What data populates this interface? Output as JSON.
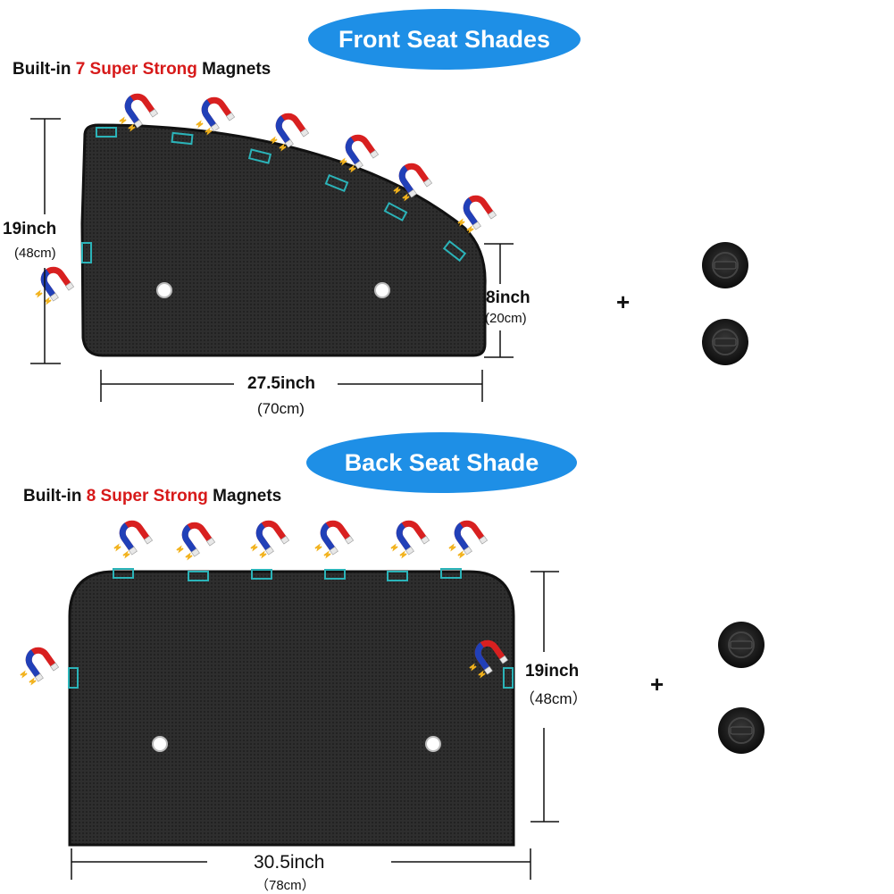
{
  "front": {
    "title": "Front Seat Shades",
    "heading_prefix": "Built-in ",
    "heading_highlight": "7 Super Strong",
    "heading_suffix": " Magnets",
    "height_inch": "19inch",
    "height_cm": "(48cm)",
    "side_inch": "8inch",
    "side_cm": "(20cm)",
    "width_inch": "27.5inch",
    "width_cm": "(70cm)",
    "plus": "+"
  },
  "back": {
    "title": "Back Seat Shade",
    "heading_prefix": "Built-in ",
    "heading_highlight": "8 Super Strong",
    "heading_suffix": " Magnets",
    "height_inch": "19inch",
    "height_cm": "（48cm）",
    "width_inch": "30.5inch",
    "width_cm": "（78cm）",
    "plus": "+"
  },
  "colors": {
    "pill": "#1e8fe6",
    "highlight": "#d71a1a",
    "magnet_red": "#d82020",
    "magnet_blue": "#2140b8",
    "magnet_slot": "#2bb3b8",
    "shade": "#2a2a2a"
  },
  "icons": [
    "horseshoe-magnet-icon",
    "suction-cup-icon",
    "lightning-icon"
  ]
}
